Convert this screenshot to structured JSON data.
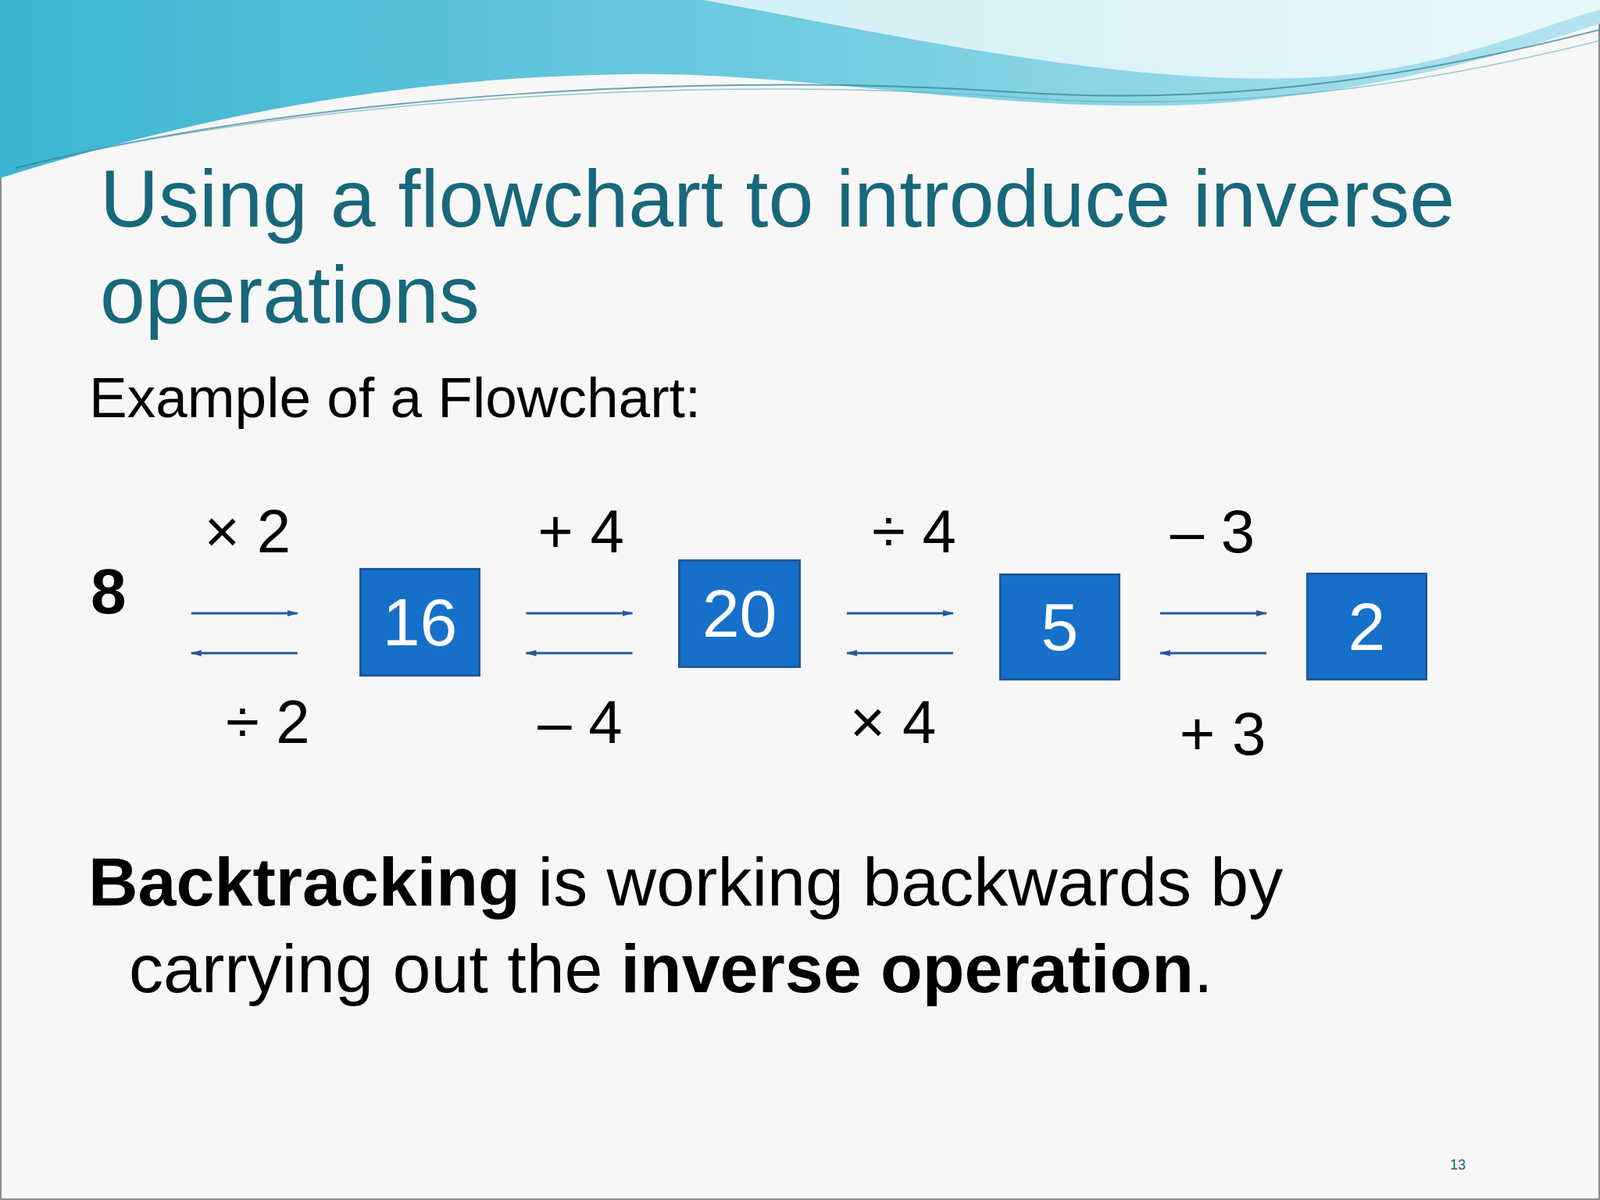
{
  "diagram": {
    "title": "Using a flowchart to introduce inverse operations",
    "nodes": [
      {
        "text": [
          "8"
        ]
      },
      {
        "text": [
          "16"
        ]
      },
      {
        "text": [
          "20"
        ]
      },
      {
        "text": [
          "5"
        ]
      },
      {
        "text": [
          "2"
        ]
      }
    ],
    "edges": [
      {
        "from": 0,
        "to": 1,
        "arrow": "to",
        "label": "× 2"
      },
      {
        "from": 1,
        "to": 0,
        "arrow": "to",
        "label": "÷ 2"
      },
      {
        "from": 1,
        "to": 2,
        "arrow": "to",
        "label": "+ 4"
      },
      {
        "from": 2,
        "to": 1,
        "arrow": "to",
        "label": "– 4"
      },
      {
        "from": 2,
        "to": 3,
        "arrow": "to",
        "label": "÷ 4"
      },
      {
        "from": 3,
        "to": 2,
        "arrow": "to",
        "label": "× 4"
      },
      {
        "from": 3,
        "to": 4,
        "arrow": "to",
        "label": "– 3"
      },
      {
        "from": 4,
        "to": 3,
        "arrow": "to",
        "label": "+ 3"
      }
    ],
    "labels": [
      "Example of a Flowchart:",
      "Backtracking",
      "is working backwards by carrying out the",
      "inverse operation",
      ".",
      "13"
    ]
  }
}
